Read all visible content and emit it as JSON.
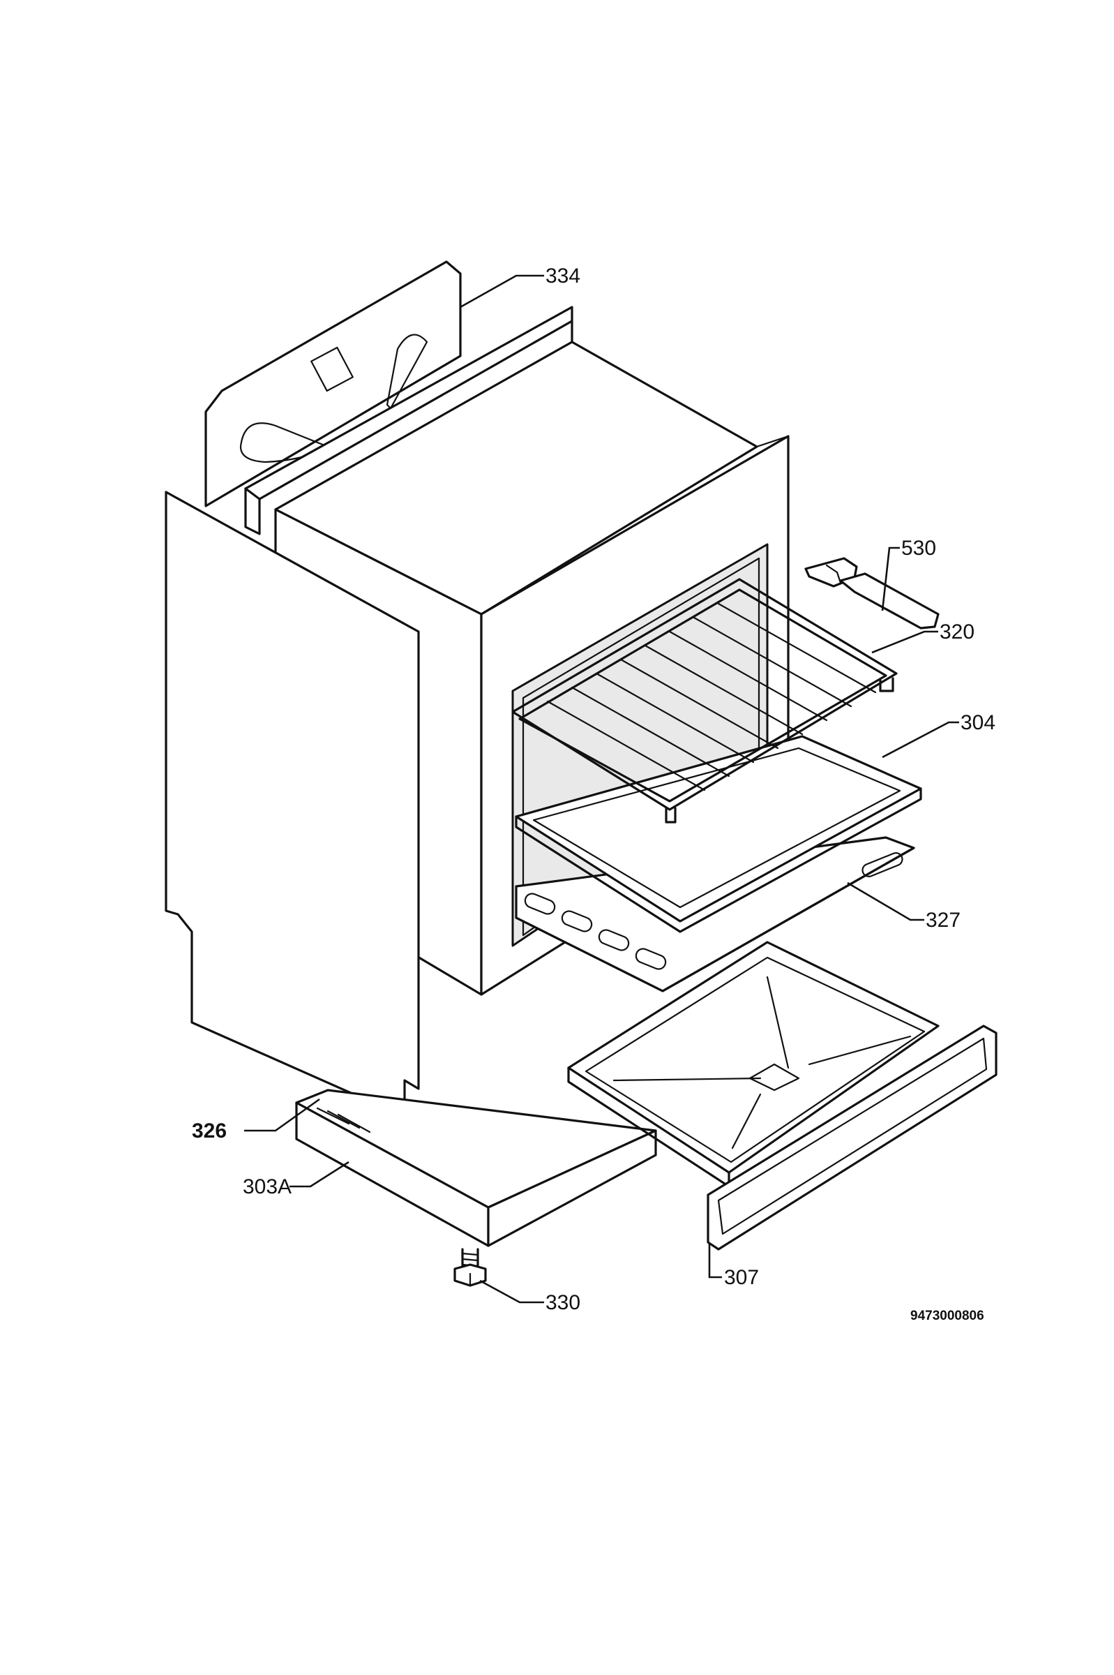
{
  "labels": {
    "p334": "334",
    "p530": "530",
    "p320": "320",
    "p304": "304",
    "p327": "327",
    "p326": "326",
    "p303a": "303A",
    "p307": "307",
    "p330": "330"
  },
  "document_id": "9473000806"
}
